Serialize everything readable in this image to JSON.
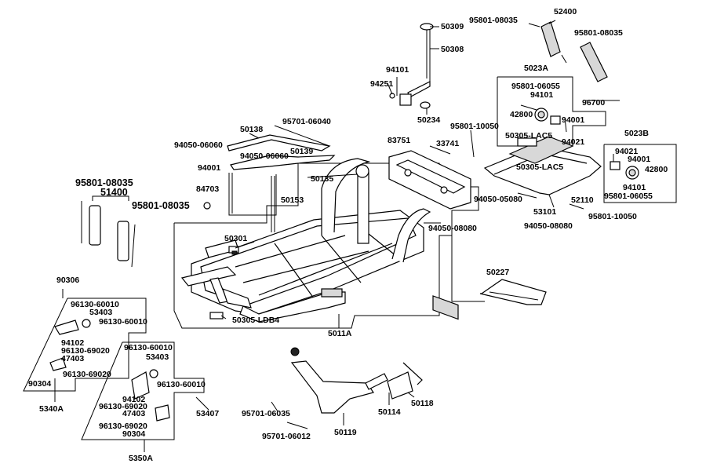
{
  "labels": {
    "p50309": "50309",
    "p50308": "50308",
    "p94101a": "94101",
    "p94251": "94251",
    "p50234": "50234",
    "p95801_08035_top": "95801-08035",
    "p52400": "52400",
    "p95801_08035_topr": "95801-08035",
    "p5023A": "5023A",
    "p95801_06055a": "95801-06055",
    "p94101b": "94101",
    "p42800a": "42800",
    "p96700": "96700",
    "p94001a": "94001",
    "p94021a": "94021",
    "p95701_06040": "95701-06040",
    "p50138": "50138",
    "p94050_06060a": "94050-06060",
    "p94050_06060b": "94050-06060",
    "p50139": "50139",
    "p94001b": "94001",
    "p84703": "84703",
    "p50153": "50153",
    "p50135": "50135",
    "p83751": "83751",
    "p33741": "33741",
    "p95801_10050a": "95801-10050",
    "p50305_LAC5a": "50305-LAC5",
    "p50305_LAC5b": "50305-LAC5",
    "p5023B": "5023B",
    "p94021b": "94021",
    "p94001c": "94001",
    "p42800b": "42800",
    "p94101c": "94101",
    "p95801_06055b": "95801-06055",
    "p52110": "52110",
    "p94050_05080": "94050-05080",
    "p53101": "53101",
    "p95801_10050b": "95801-10050",
    "p94050_08080a": "94050-08080",
    "p94050_08080b": "94050-08080",
    "p95801_08035_l1": "95801-08035",
    "p51400": "51400",
    "p95801_08035_l2": "95801-08035",
    "p50301": "50301",
    "p90306": "90306",
    "p50227": "50227",
    "p96130_60010a": "96130-60010",
    "p53403a": "53403",
    "p96130_60010b": "96130-60010",
    "p94102a": "94102",
    "p96130_69020a": "96130-69020",
    "p47403a": "47403",
    "p96130_69020b": "96130-69020",
    "p90304a": "90304",
    "p5340A": "5340A",
    "p50305_LDB4": "50305-LDB4",
    "p5011A": "5011A",
    "p96130_60010c": "96130-60010",
    "p53403b": "53403",
    "p96130_60010d": "96130-60010",
    "p94102b": "94102",
    "p96130_69020c": "96130-69020",
    "p47403b": "47403",
    "p96130_69020d": "96130-69020",
    "p90304b": "90304",
    "p5350A": "5350A",
    "p53407": "53407",
    "p95701_06035": "95701-06035",
    "p95701_06012": "95701-06012",
    "p50119": "50119",
    "p50114": "50114",
    "p50118": "50118"
  }
}
